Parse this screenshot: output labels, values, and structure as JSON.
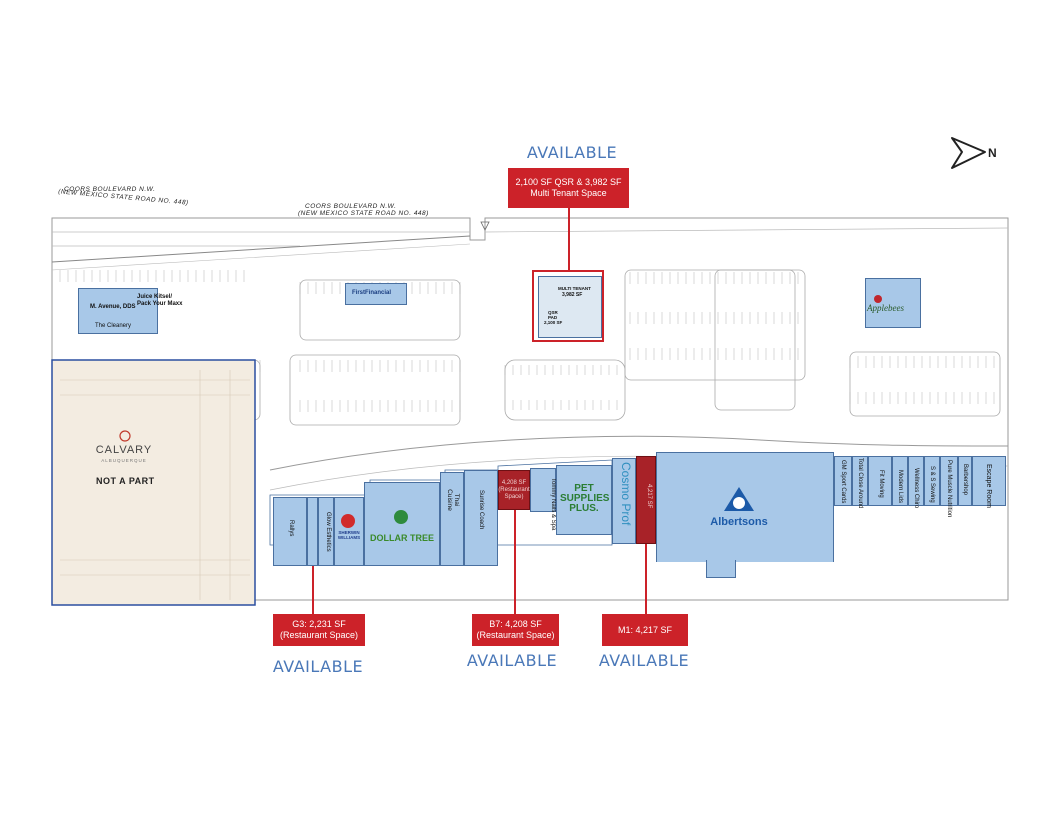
{
  "north": {
    "label": "N"
  },
  "roads": {
    "coors_left": "COORS BOULEVARD N.W.",
    "coors_left_sub": "(NEW MEXICO STATE ROAD NO. 448)",
    "coors_mid": "COORS BOULEVARD N.W.",
    "coors_mid_sub": "(NEW MEXICO STATE ROAD NO. 448)"
  },
  "callouts": {
    "top": {
      "available": "AVAILABLE",
      "line1": "2,100 SF QSR & 3,982 SF",
      "line2": "Multi Tenant Space"
    },
    "g3": {
      "available": "AVAILABLE",
      "line1": "G3: 2,231 SF",
      "line2": "(Restaurant Space)"
    },
    "b7": {
      "available": "AVAILABLE",
      "line1": "B7: 4,208 SF",
      "line2": "(Restaurant Space)"
    },
    "m1": {
      "available": "AVAILABLE",
      "line1": "M1: 4,217 SF"
    }
  },
  "pads": {
    "left_pad": {
      "line1": "Juice Kitsel/",
      "line2": "Pack Your Maxx",
      "tenant_a": "M. Avenue, DDS",
      "tenant_b": "The Cleanery"
    },
    "first_financial": "FirstFinancial",
    "multi": {
      "title": "MULTI TENANT",
      "sf": "3,982 SF",
      "qsr": "QSR",
      "pad": "PAD",
      "qsr_sf": "2,100 SF"
    },
    "applebees": "Applebees"
  },
  "calvary": {
    "name": "CALVARY",
    "sub": "ALBUQUERQUE",
    "not_a_part": "NOT A PART"
  },
  "tenants": {
    "rallys": "Rallys",
    "glow": "Glow Esthetics",
    "sherwin": "SHERWIN WILLIAMS",
    "dollar_tree": "DOLLAR TREE",
    "thai": "Thai Cuisine",
    "sunrise": "Sunrise Coach",
    "b7_unit": "4,208 SF (Restaurant Space)",
    "tommy": "Tommy Nails & Spa",
    "pet_supplies": "PET SUPPLIES PLUS.",
    "cosmo": "Cosmo Prof",
    "m1_unit": "4,217 SF",
    "albertsons": "Albertsons",
    "t1": "GM Sport Cards",
    "t2": "Total Close Around",
    "t3": "Fit Moving",
    "t4": "Modern Lids",
    "t5": "Wellness Chiro",
    "t6": "S & S Sewing",
    "t7": "Pure Muscle Nutrition",
    "t8": "Barbershop",
    "t9": "Escape Room"
  },
  "colors": {
    "available": "#4a78b8",
    "callout": "#cc2229",
    "unit": "#a8c8e8",
    "unit_border": "#4a70a0",
    "unit_available": "#a82228"
  }
}
